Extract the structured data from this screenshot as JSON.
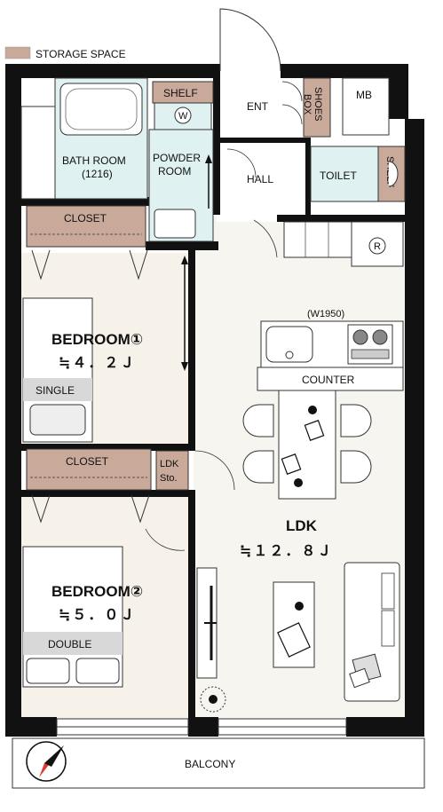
{
  "legend": {
    "label": "STORAGE SPACE",
    "color": "#c9a99a"
  },
  "colors": {
    "wall": "#111111",
    "storage": "#c9a99a",
    "wet": "#dff1f1",
    "floor": "#f7f5ef",
    "bedroom_floor": "#f6f2ea"
  },
  "rooms": {
    "bath": {
      "label": "BATH ROOM",
      "sub": "(1216)"
    },
    "shelf_top": "SHELF",
    "washer_mark": "W",
    "powder": {
      "line1": "POWDER",
      "line2": "ROOM"
    },
    "ent": "ENT",
    "shoes": {
      "line1": "SHOES",
      "line2": "BOX"
    },
    "mb": "MB",
    "hall": "HALL",
    "toilet": "TOILET",
    "shelf_toilet": "SHELF",
    "closet1": "CLOSET",
    "fridge_mark": "R",
    "kitchen_width": "(W1950)",
    "counter": "COUNTER",
    "bedroom1": {
      "name": "BEDROOM①",
      "area": "≒４．２Ｊ",
      "bed": "SINGLE"
    },
    "closet2": "CLOSET",
    "ldk_sto": {
      "line1": "LDK",
      "line2": "Sto."
    },
    "ldk": {
      "name": "LDK",
      "area": "≒１２．８Ｊ"
    },
    "bedroom2": {
      "name": "BEDROOM②",
      "area": "≒５．０Ｊ",
      "bed": "DOUBLE"
    },
    "balcony": "BALCONY"
  }
}
